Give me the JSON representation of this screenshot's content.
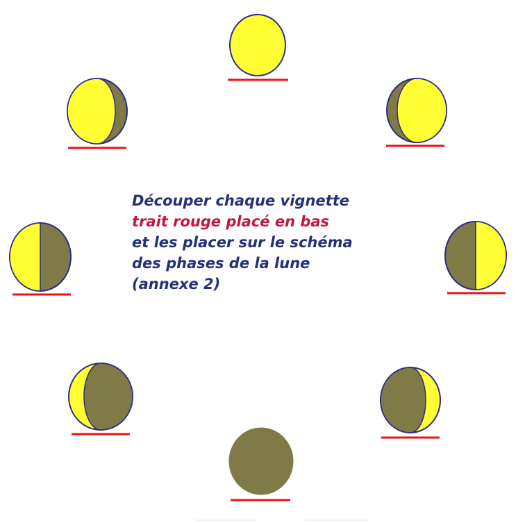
{
  "colors": {
    "lit": "#ffff33",
    "dark": "#807a47",
    "outline": "#2b2b8a",
    "underline": "#ee1111",
    "text_blue": "#23317a",
    "text_red": "#c1173f"
  },
  "instructions": {
    "line1": "Découper chaque vignette",
    "line2": "trait rouge placé en bas",
    "line3": "et les placer sur le schéma",
    "line4": "des phases de la lune",
    "line5": "(annexe 2)"
  },
  "moons": [
    {
      "id": "full",
      "phase": "full-moon"
    },
    {
      "id": "waxing-gibbous-right",
      "phase": "gibbous"
    },
    {
      "id": "first-quarter-right",
      "phase": "quarter"
    },
    {
      "id": "waxing-crescent-right",
      "phase": "crescent"
    },
    {
      "id": "new",
      "phase": "new-moon"
    },
    {
      "id": "crescent-left",
      "phase": "crescent"
    },
    {
      "id": "quarter-left",
      "phase": "quarter"
    },
    {
      "id": "gibbous-left",
      "phase": "gibbous"
    }
  ]
}
